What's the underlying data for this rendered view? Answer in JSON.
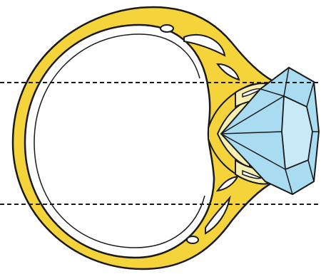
{
  "illustration": {
    "subject": "ring-side-view",
    "colors": {
      "band": "#F5D33A",
      "outline": "#1a1a1a",
      "inner": "#ffffff",
      "prong": "#F9EFB0",
      "gem": "#A9DBF1",
      "gem_facet": "#C7E9F8",
      "guide_line": "#1a1a1a"
    },
    "guide_lines": {
      "count": 2,
      "style": "dashed"
    },
    "text_labels": []
  }
}
